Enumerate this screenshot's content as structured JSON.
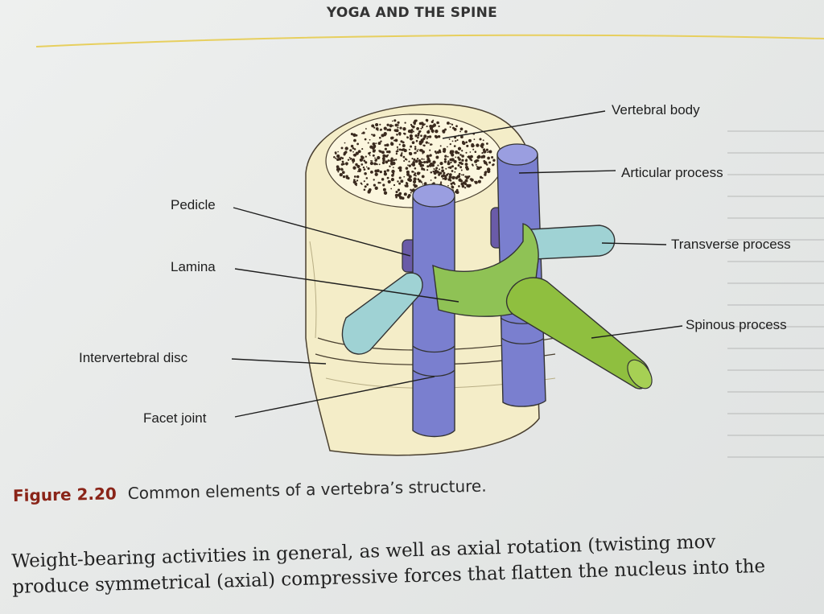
{
  "header": {
    "running_head": "YOGA AND THE SPINE"
  },
  "figure": {
    "labels": {
      "vertebral_body": "Vertebral body",
      "articular_process": "Articular process",
      "pedicle": "Pedicle",
      "transverse_process": "Transverse process",
      "lamina": "Lamina",
      "spinous_process": "Spinous process",
      "intervertebral_disc": "Intervertebral disc",
      "facet_joint": "Facet joint"
    },
    "caption_number": "Figure 2.20",
    "caption_text": "Common elements of a vertebra’s structure.",
    "colors": {
      "bone": "#f4edc8",
      "articular": "#7a7fcf",
      "transverse": "#9fd2d4",
      "lamina": "#8fc255",
      "figure_number": "#8a2418"
    }
  },
  "body": {
    "line1": "Weight-bearing activities in general, as well as axial rotation (twisting mov",
    "line2": "produce symmetrical (axial) compressive forces that flatten the nucleus into the"
  }
}
